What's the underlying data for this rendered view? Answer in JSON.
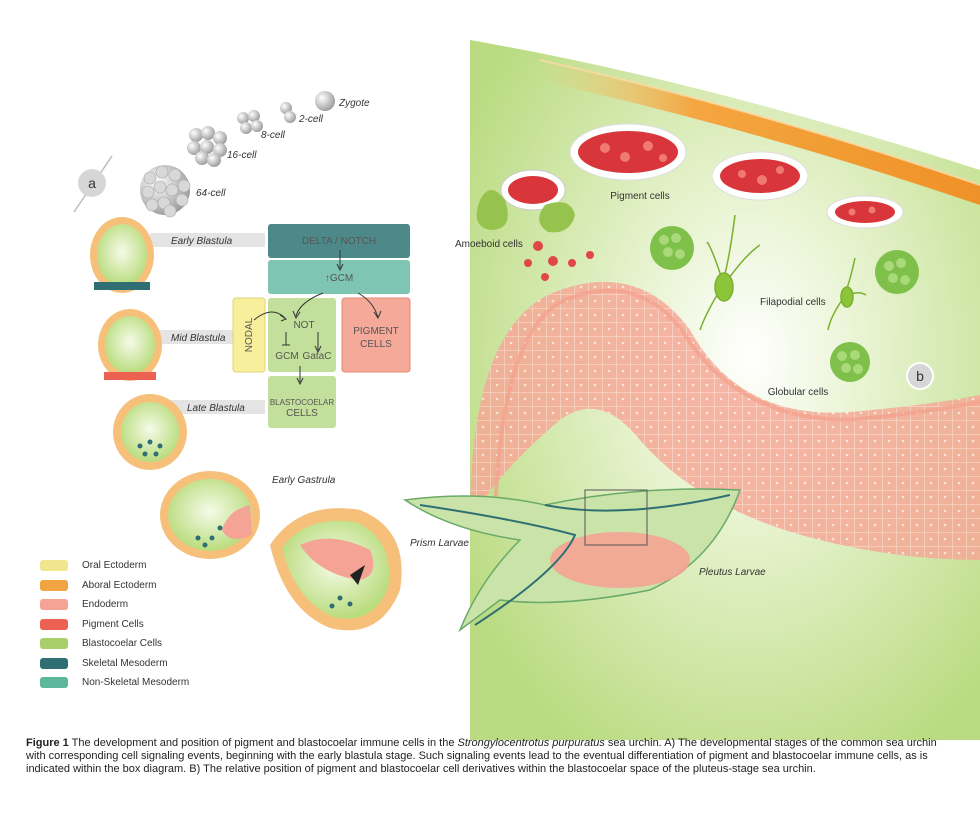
{
  "panel_a_label": "a",
  "panel_b_label": "b",
  "early_stages": {
    "zygote": "Zygote",
    "two_cell": "2-cell",
    "eight_cell": "8-cell",
    "sixteen_cell": "16-cell",
    "sixtyfour_cell": "64-cell"
  },
  "stages": {
    "early_blastula": "Early Blastula",
    "mid_blastula": "Mid Blastula",
    "late_blastula": "Late Blastula",
    "early_gastrula": "Early Gastrula",
    "prism_larvae": "Prism Larvae",
    "pleutus_larvae": "Pleutus Larvae"
  },
  "box_diagram": {
    "delta_notch": "DELTA / NOTCH",
    "gcm": "↑GCM",
    "nodal": "NODAL",
    "not": "NOT",
    "gcm2": "GCM",
    "gatac": "GataC",
    "pigment_line1": "PIGMENT",
    "pigment_line2": "CELLS",
    "blasto_line1": "BLASTOCOELAR",
    "blasto_line2": "CELLS"
  },
  "cells": {
    "amoeboid": "Amoeboid cells",
    "pigment": "Pigment cells",
    "filapodial": "Filapodial cells",
    "globular": "Globular cells"
  },
  "legend": [
    {
      "label": "Oral Ectoderm",
      "color": "#f1e58e"
    },
    {
      "label": "Aboral Ectoderm",
      "color": "#f2a442"
    },
    {
      "label": "Endoderm",
      "color": "#f4a394"
    },
    {
      "label": "Pigment Cells",
      "color": "#ec6152"
    },
    {
      "label": "Blastocoelar Cells",
      "color": "#a9cf6a"
    },
    {
      "label": "Skeletal Mesoderm",
      "color": "#2f6f73"
    },
    {
      "label": "Non-Skeletal Mesoderm",
      "color": "#5db79a"
    }
  ],
  "caption": {
    "fig_label": "Figure 1",
    "part1": " The development and position of pigment and blastocoelar immune cells in the ",
    "species": "Strongylocentrotus purpuratus",
    "part2": " sea urchin. A) The developmental stages of the common sea urchin with corresponding cell signaling events, beginning with the early blastula stage. Such signaling events lead to the eventual differentiation of pigment and blastocoelar immune cells, as is indicated within the box diagram. B) The relative position of pigment and blastocoelar cell derivatives within the blastocoelar space of the pluteus-stage sea urchin."
  }
}
